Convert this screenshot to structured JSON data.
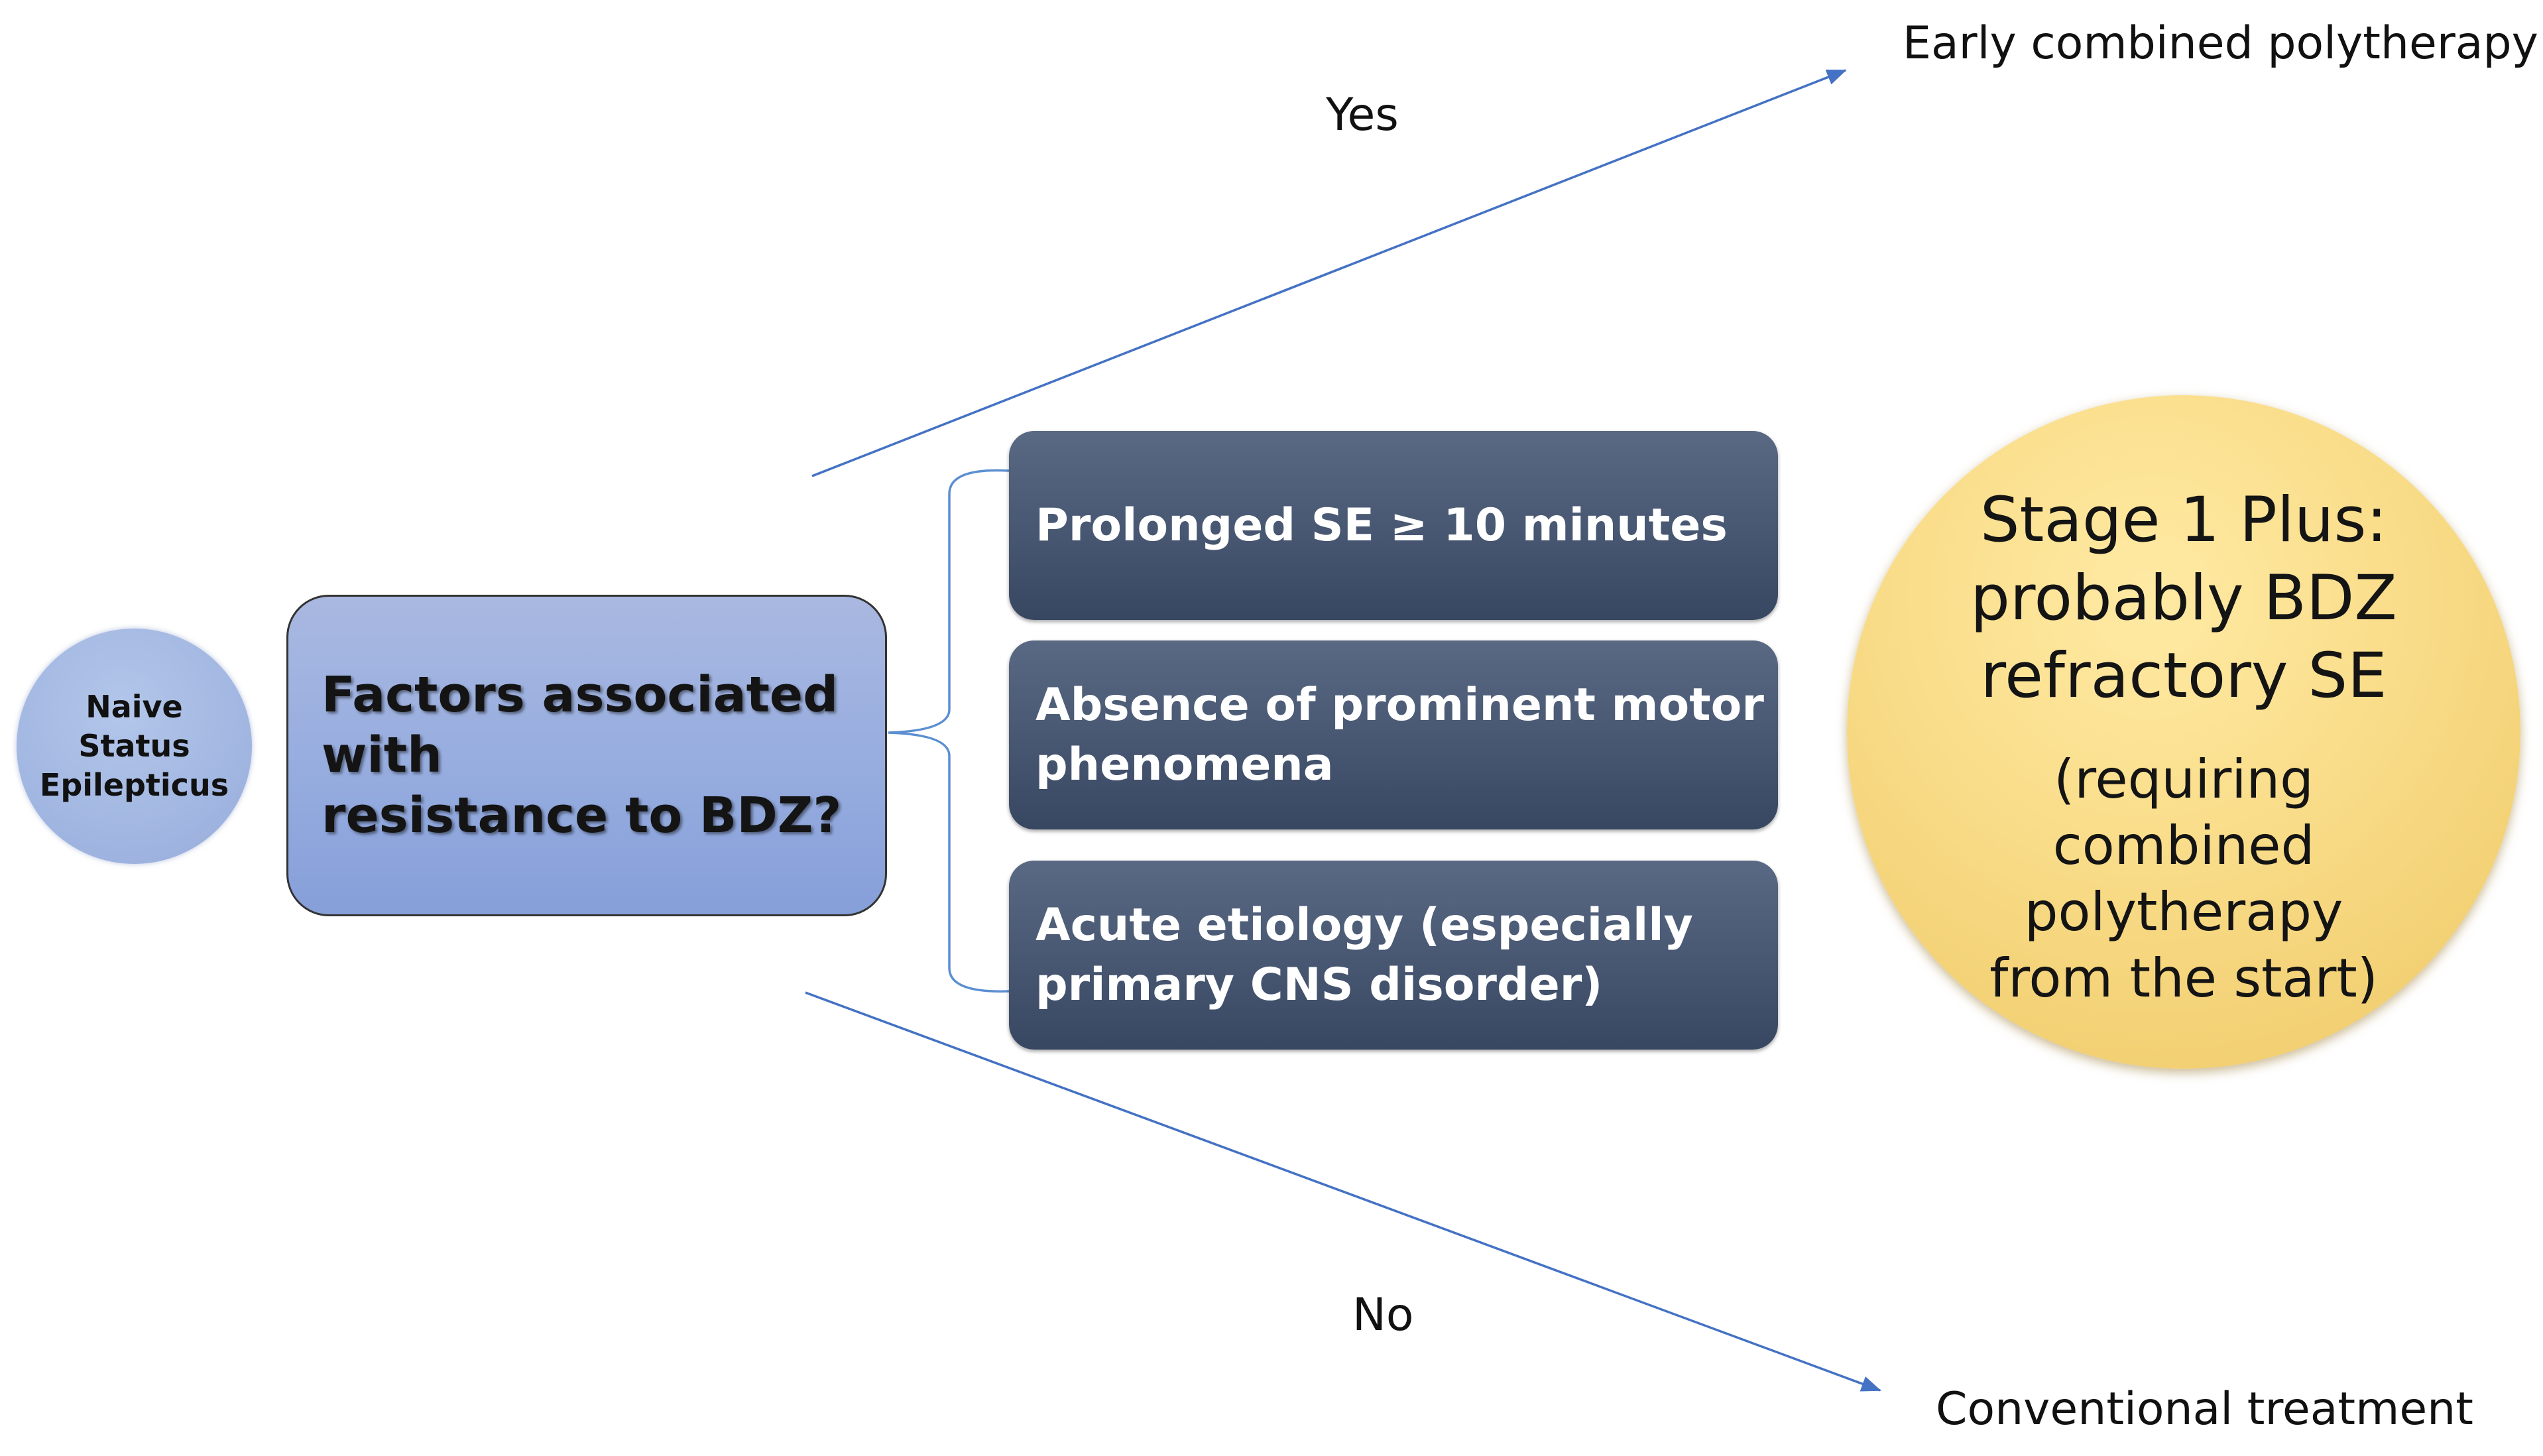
{
  "start_node": {
    "lines": [
      "Naive",
      "Status",
      "Epilepticus"
    ]
  },
  "question": {
    "lines": [
      "Factors associated with",
      "resistance to BDZ?"
    ]
  },
  "factors": [
    {
      "lines": [
        "Prolonged SE ≥ 10 minutes"
      ]
    },
    {
      "lines": [
        "Absence of prominent motor",
        "phenomena"
      ]
    },
    {
      "lines": [
        "Acute etiology (especially",
        "primary CNS disorder)"
      ]
    }
  ],
  "branches": {
    "yes_label": "Yes",
    "no_label": "No",
    "yes_outcome": "Early combined polytherapy",
    "no_outcome": "Conventional treatment"
  },
  "stage": {
    "title_lines": [
      "Stage 1 Plus:",
      "probably BDZ",
      "refractory SE"
    ],
    "subtitle_lines": [
      "(requiring",
      "combined",
      "polytherapy",
      "from the start)"
    ]
  },
  "colors": {
    "arrow": "#4472c4",
    "bracket": "#5b8fd1",
    "factor_box": "#475671",
    "question_box": "#98aee0",
    "start_circle": "#a3b8e2",
    "stage_circle": "#f9dc88"
  }
}
